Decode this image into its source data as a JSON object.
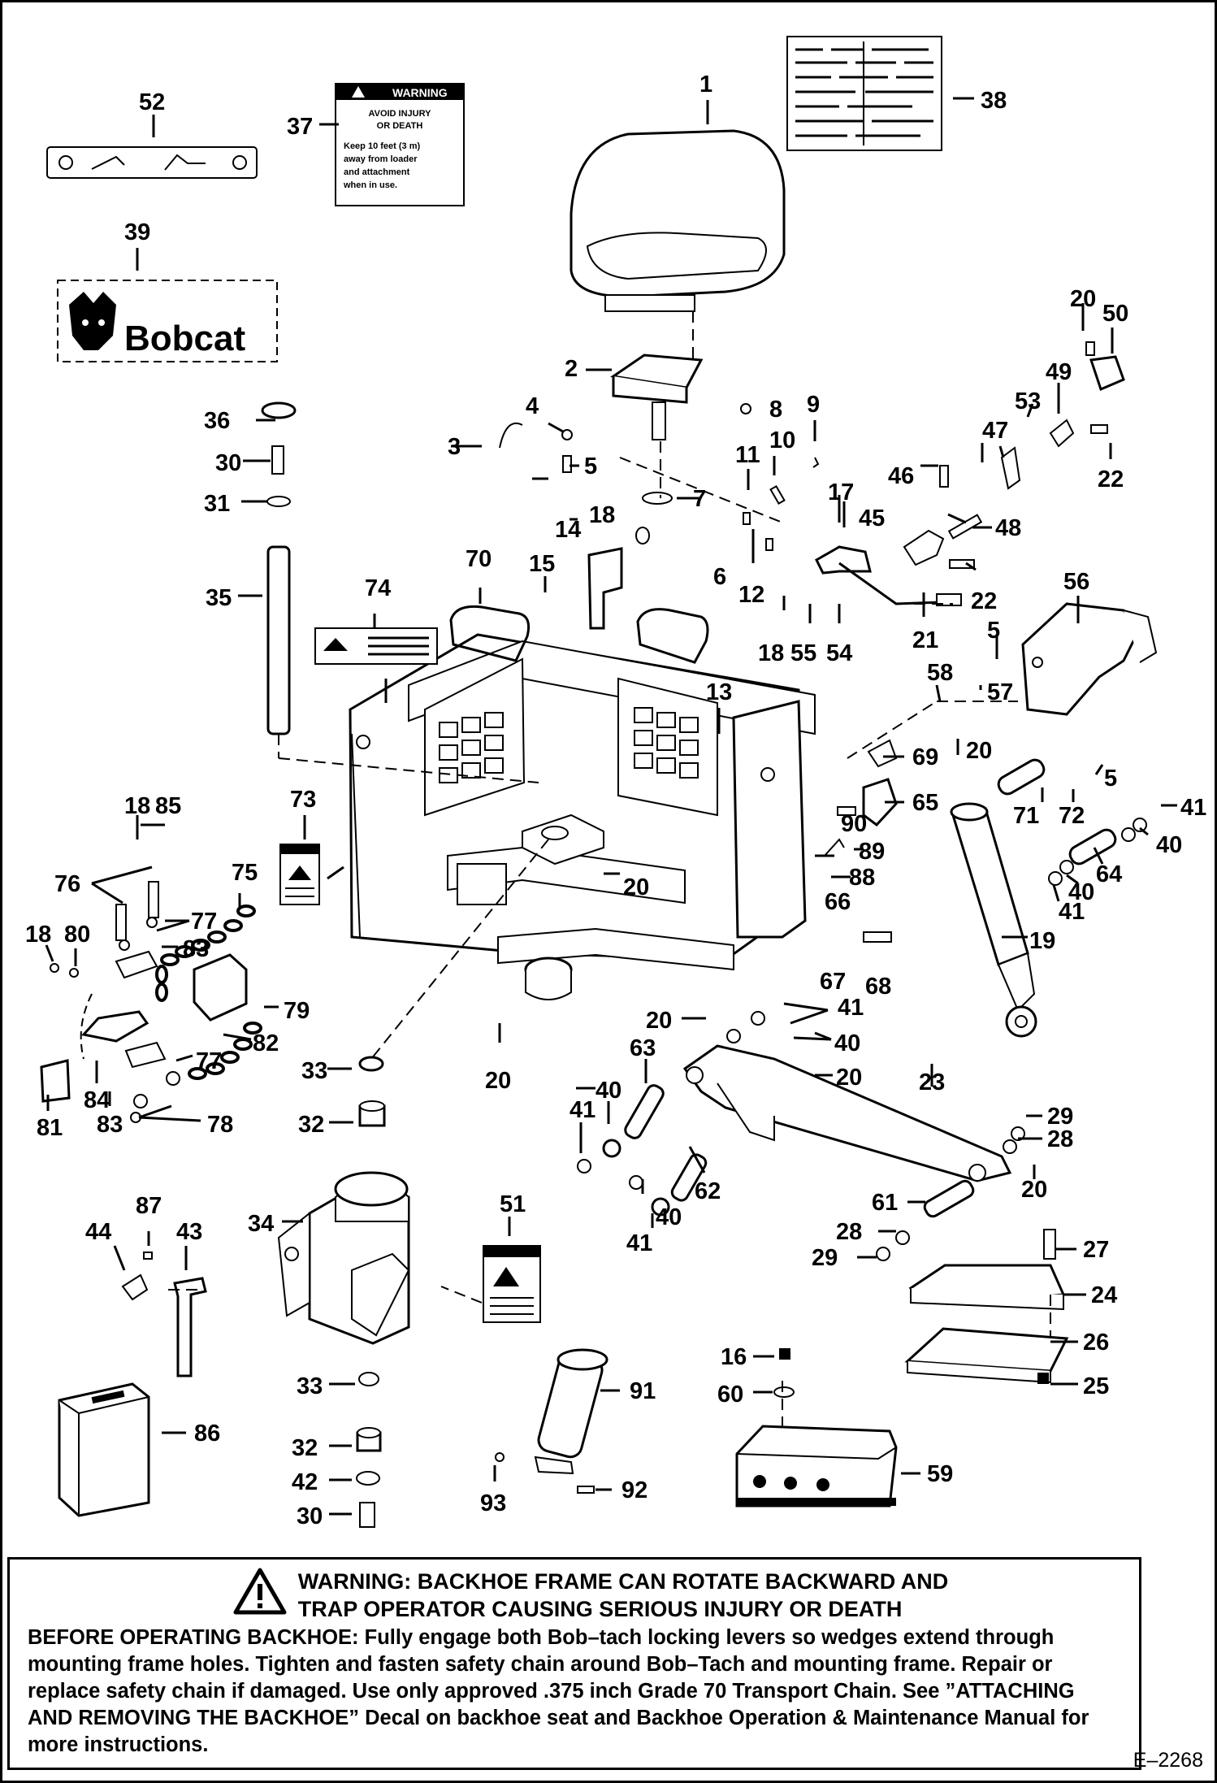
{
  "callouts": {
    "c1": "1",
    "c2": "2",
    "c3": "3",
    "c4": "4",
    "c5a": "5",
    "c5b": "5",
    "c5c": "5",
    "c6": "6",
    "c7": "7",
    "c8": "8",
    "c9": "9",
    "c10": "10",
    "c11": "11",
    "c12": "12",
    "c13": "13",
    "c14": "14",
    "c15": "15",
    "c16": "16",
    "c17": "17",
    "c18a": "18",
    "c18b": "18",
    "c18c": "18",
    "c18d": "18",
    "c19": "19",
    "c20a": "20",
    "c20b": "20",
    "c20c": "20",
    "c20d": "20",
    "c20e": "20",
    "c20f": "20",
    "c20g": "20",
    "c21": "21",
    "c22a": "22",
    "c22b": "22",
    "c23": "23",
    "c24": "24",
    "c25": "25",
    "c26": "26",
    "c27": "27",
    "c28a": "28",
    "c28b": "28",
    "c29a": "29",
    "c29b": "29",
    "c30a": "30",
    "c30b": "30",
    "c31": "31",
    "c32a": "32",
    "c32b": "32",
    "c33a": "33",
    "c33b": "33",
    "c34": "34",
    "c35": "35",
    "c36": "36",
    "c37": "37",
    "c38": "38",
    "c39": "39",
    "c40a": "40",
    "c40b": "40",
    "c40c": "40",
    "c40d": "40",
    "c40e": "40",
    "c41a": "41",
    "c41b": "41",
    "c41c": "41",
    "c41d": "41",
    "c41e": "41",
    "c42": "42",
    "c43": "43",
    "c44": "44",
    "c45": "45",
    "c46": "46",
    "c47": "47",
    "c48": "48",
    "c49": "49",
    "c50": "50",
    "c51": "51",
    "c52": "52",
    "c53": "53",
    "c54": "54",
    "c55": "55",
    "c56": "56",
    "c57": "57",
    "c58": "58",
    "c59": "59",
    "c60": "60",
    "c61": "61",
    "c62": "62",
    "c63": "63",
    "c64": "64",
    "c65": "65",
    "c66": "66",
    "c67": "67",
    "c68": "68",
    "c69": "69",
    "c70": "70",
    "c71": "71",
    "c72": "72",
    "c73": "73",
    "c74": "74",
    "c75": "75",
    "c76": "76",
    "c77a": "77",
    "c77b": "77",
    "c78": "78",
    "c79": "79",
    "c80": "80",
    "c81": "81",
    "c82": "82",
    "c83a": "83",
    "c83b": "83",
    "c84": "84",
    "c85": "85",
    "c86": "86",
    "c87": "87",
    "c88": "88",
    "c89": "89",
    "c90": "90",
    "c91": "91",
    "c92": "92",
    "c93": "93"
  },
  "decal_37": {
    "header": "WARNING",
    "line1": "AVOID INJURY",
    "line2": "OR DEATH",
    "body1": "Keep 10 feet (3 m)",
    "body2": "away from loader",
    "body3": "and attachment",
    "body4": "when in use."
  },
  "decal_39": {
    "brand": "Bobcat"
  },
  "warning": {
    "title_line1": "WARNING:  BACKHOE FRAME CAN ROTATE BACKWARD AND",
    "title_line2": "TRAP OPERATOR CAUSING SERIOUS INJURY OR DEATH",
    "body": "BEFORE OPERATING BACKHOE:  Fully engage both Bob–tach locking levers so wedges extend through mounting frame holes. Tighten and fasten safety chain around Bob–Tach and mounting frame.  Repair or replace safety chain if damaged.  Use only approved .375 inch Grade 70 Transport Chain.  See ”ATTACHING AND REMOVING THE BACKHOE” Decal on backhoe seat and Backhoe Operation & Maintenance Manual for more instructions."
  },
  "drawing_code": "E–2268"
}
